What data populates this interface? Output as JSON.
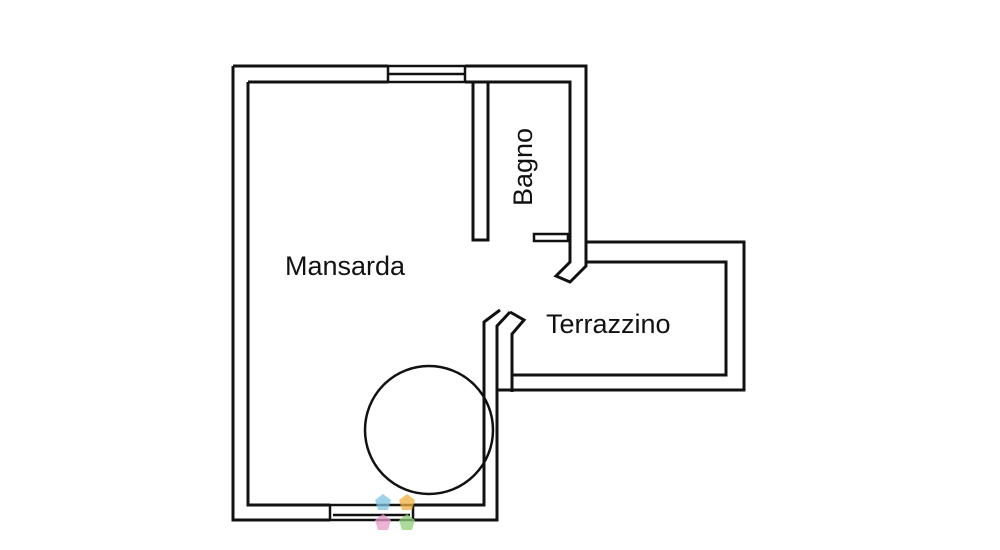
{
  "rooms": {
    "mansarda": "Mansarda",
    "bagno": "Bagno",
    "terrazzino": "Terrazzino"
  },
  "colors": {
    "wall": "#111111",
    "background": "#ffffff",
    "logo_blue": "#7fc4e0",
    "logo_orange": "#f0b040",
    "logo_pink": "#e89ac8",
    "logo_green": "#8fcf7a"
  },
  "logo": {
    "icon": "watermark-logo-icon"
  }
}
